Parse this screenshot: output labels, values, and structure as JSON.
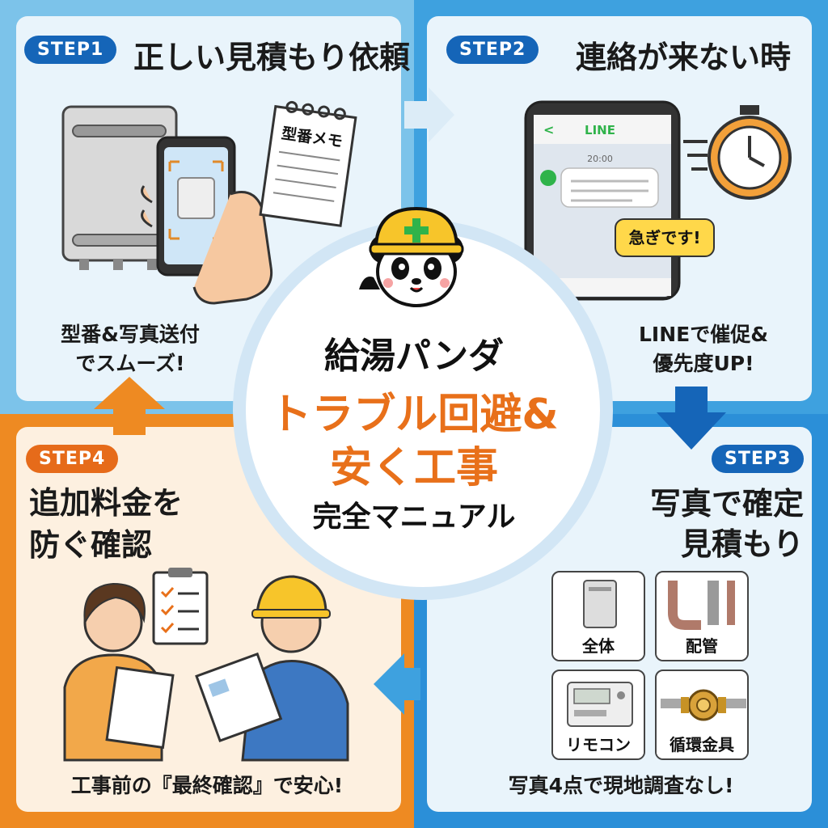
{
  "colors": {
    "blue": "#1f8ad6",
    "dark_blue": "#1565b8",
    "orange": "#e8821e",
    "step4_badge": "#e66b1a",
    "title_orange": "#e8701a"
  },
  "center": {
    "brand": "給湯パンダ",
    "line2": "トラブル回避&",
    "line3": "安く工事",
    "line4": "完全マニュアル",
    "mascot_icon": "panda-helmet-icon"
  },
  "step1": {
    "badge": "STEP1",
    "title": "正しい見積もり依頼",
    "memo": "型番メモ",
    "caption_line1": "型番&写真送付",
    "caption_line2": "でスムーズ!"
  },
  "step2": {
    "badge": "STEP2",
    "title": "連絡が来ない時",
    "app_name": "LINE",
    "time": "20:00",
    "bubble": "急ぎです!",
    "caption_line1": "LINEで催促&",
    "caption_line2": "優先度UP!"
  },
  "step3": {
    "badge": "STEP3",
    "title_line1": "写真で確定",
    "title_line2": "見積もり",
    "photos": [
      "全体",
      "配管",
      "リモコン",
      "循環金具"
    ],
    "caption": "写真4点で現地調査なし!"
  },
  "step4": {
    "badge": "STEP4",
    "title_line1": "追加料金を",
    "title_line2": "防ぐ確認",
    "caption": "工事前の『最終確認』で安心!"
  }
}
